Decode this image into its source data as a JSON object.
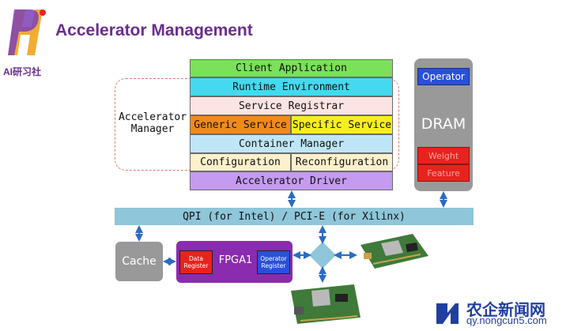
{
  "page": {
    "title": "Accelerator Management"
  },
  "logo": {
    "text": "AI研习社"
  },
  "stack": {
    "client_app": "Client Application",
    "runtime": "Runtime Environment",
    "service_registrar": "Service Registrar",
    "generic_service": "Generic Service",
    "specific_service": "Specific Service",
    "container_manager": "Container Manager",
    "configuration": "Configuration",
    "reconfiguration": "Reconfiguration",
    "accelerator_driver": "Accelerator Driver"
  },
  "manager": {
    "label": "Accelerator\nManager"
  },
  "dram": {
    "operator": "Operator",
    "title": "DRAM",
    "weight": "Weight",
    "feature": "Feature"
  },
  "bus": {
    "label": "QPI (for Intel) / PCI-E (for Xilinx)"
  },
  "cache": {
    "label": "Cache"
  },
  "fpga": {
    "label": "FPGA1",
    "data_register": "Data\nRegister",
    "operator_register": "Operator\nRegister"
  },
  "watermark": {
    "text": "农企新闻网",
    "url": "qy.nongcun5.com"
  },
  "colors": {
    "green": "#7be05a",
    "cyan": "#45d9f0",
    "pink": "#fde4e4",
    "orange": "#f28a1a",
    "yellow": "#f7ee1e",
    "lightblue": "#bfe6f6",
    "cream": "#fdf0cc",
    "purple": "#c49bf0",
    "bus": "#8fc6d9",
    "gray": "#999999",
    "fpga_purple": "#8a2bb0",
    "red": "#e8231d",
    "blue": "#2950d8"
  }
}
